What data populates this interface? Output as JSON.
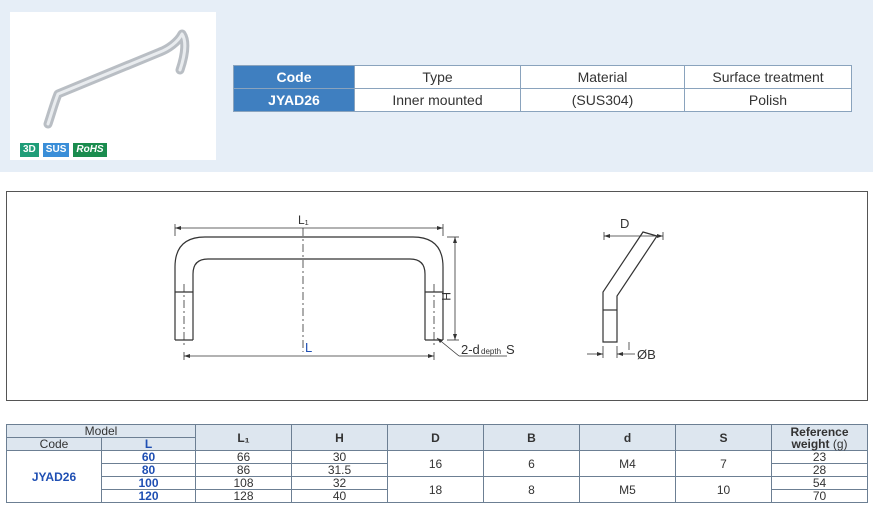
{
  "badges": {
    "b3d": "3D",
    "sus": "SUS",
    "rohs": "RoHS"
  },
  "spec": {
    "headers": [
      "Code",
      "Type",
      "Material",
      "Surface treatment"
    ],
    "row": [
      "JYAD26",
      "Inner mounted",
      "(SUS304)",
      "Polish"
    ]
  },
  "drawing": {
    "l1": "L₁",
    "l": "L",
    "h": "H",
    "d_upper": "D",
    "hole_note_main": "2-d",
    "hole_note_small": "depth",
    "hole_note_s": "S",
    "dia_b": "ØB"
  },
  "table": {
    "model": "Model",
    "code": "Code",
    "l": "L",
    "l1": "L₁",
    "h": "H",
    "d_upper": "D",
    "b": "B",
    "d_lower": "d",
    "s": "S",
    "ref1": "Reference",
    "ref2a": "weight",
    "ref2b": "(g)",
    "code_value": "JYAD26",
    "rows": [
      {
        "l": "60",
        "l1": "66",
        "h": "30",
        "w": "23"
      },
      {
        "l": "80",
        "l1": "86",
        "h": "31.5",
        "w": "28"
      },
      {
        "l": "100",
        "l1": "108",
        "h": "32",
        "w": "54"
      },
      {
        "l": "120",
        "l1": "128",
        "h": "40",
        "w": "70"
      }
    ],
    "groups": [
      {
        "D": "16",
        "B": "6",
        "d": "M4",
        "S": "7"
      },
      {
        "D": "18",
        "B": "8",
        "d": "M5",
        "S": "10"
      }
    ]
  }
}
